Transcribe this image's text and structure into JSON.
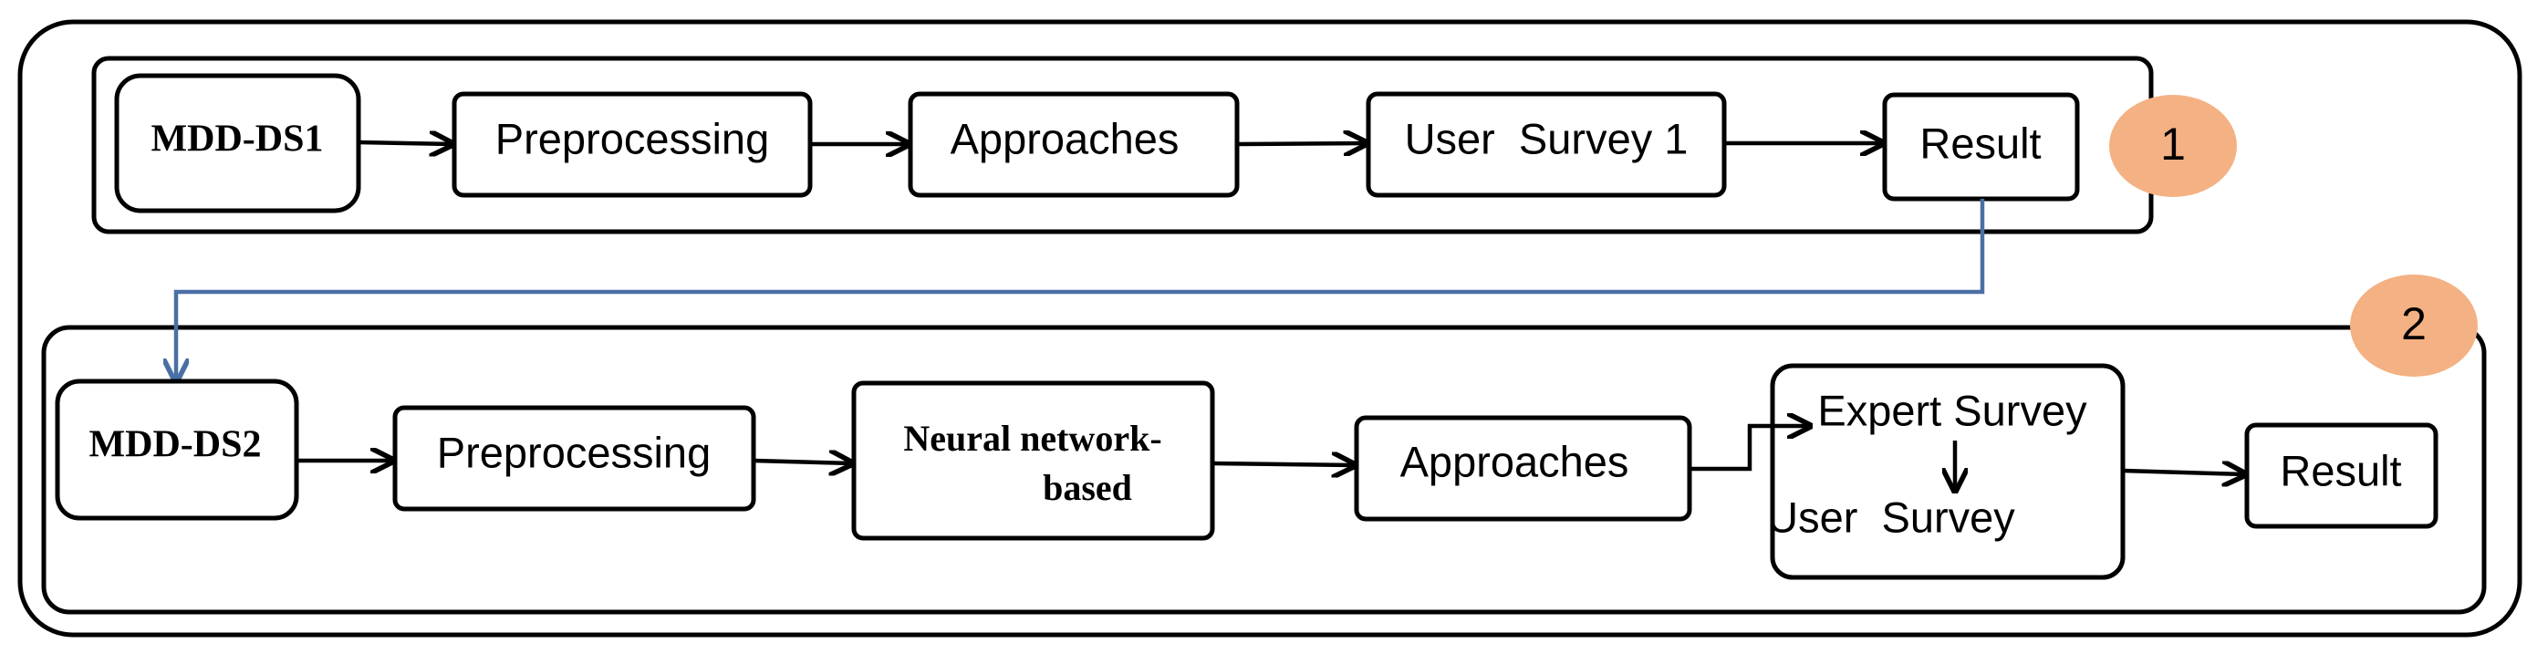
{
  "stage1": {
    "badge": "1",
    "dataset": "MDD-DS1",
    "preprocessing": "Preprocessing",
    "approaches": "Approaches",
    "survey": "User  Survey 1",
    "result": "Result"
  },
  "stage2": {
    "badge": "2",
    "dataset": "MDD-DS2",
    "preprocessing": "Preprocessing",
    "neural_line1": "Neural network-",
    "neural_line2": "based",
    "approaches": "Approaches",
    "expert_survey": "Expert Survey",
    "user_survey": "User  Survey",
    "result": "Result"
  },
  "colors": {
    "badge_fill": "#f4b183",
    "link_line": "#4a6fa5"
  }
}
